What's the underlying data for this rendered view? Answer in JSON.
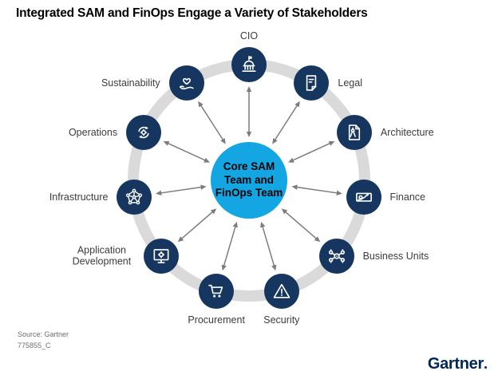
{
  "header": {
    "title": "Integrated SAM and FinOps Engage a Variety of Stakeholders"
  },
  "center": {
    "label": "Core SAM Team and FinOps Team",
    "lines": [
      "Core SAM",
      "Team and",
      "FinOps Team"
    ]
  },
  "diagram": {
    "nodes": [
      {
        "label": "CIO",
        "icon": "government-building-icon"
      },
      {
        "label": "Legal",
        "icon": "legal-document-icon"
      },
      {
        "label": "Architecture",
        "icon": "drafting-compass-icon"
      },
      {
        "label": "Finance",
        "icon": "money-icon"
      },
      {
        "label": "Business Units",
        "icon": "org-network-icon"
      },
      {
        "label": "Security",
        "icon": "warning-triangle-icon"
      },
      {
        "label": "Procurement",
        "icon": "shopping-cart-icon"
      },
      {
        "label": "Application Development",
        "icon": "monitor-gear-icon"
      },
      {
        "label": "Infrastructure",
        "icon": "network-mesh-icon"
      },
      {
        "label": "Operations",
        "icon": "sync-gear-icon"
      },
      {
        "label": "Sustainability",
        "icon": "hand-heart-icon"
      }
    ]
  },
  "footer": {
    "source_line": "Source: Gartner",
    "figure_id": "775855_C",
    "logo_text": "Gartner"
  },
  "colors": {
    "navy": "#16365F",
    "accent_blue": "#14A5E3",
    "ring_gray": "#DADADA",
    "arrow_gray": "#7C7C7C",
    "logo_navy": "#002856"
  }
}
